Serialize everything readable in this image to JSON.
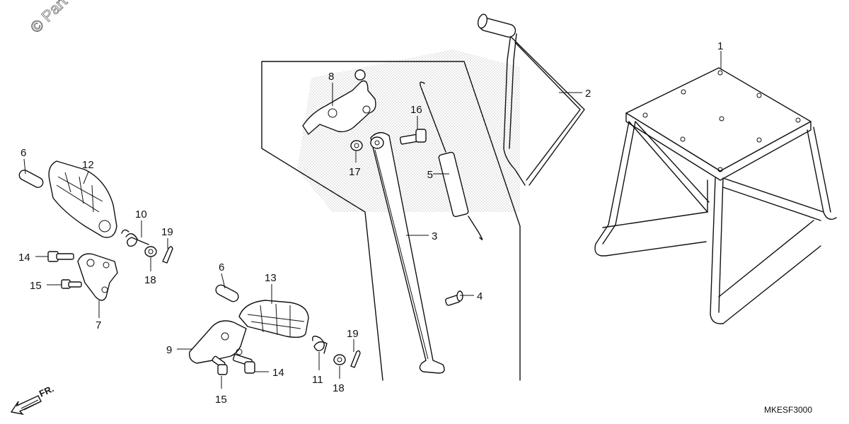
{
  "diagram": {
    "code": "MKESF3000",
    "watermark": "© Part",
    "front_marker": "FR.",
    "callouts": {
      "c1": "1",
      "c2": "2",
      "c3": "3",
      "c4": "4",
      "c5": "5",
      "c6a": "6",
      "c6b": "6",
      "c7": "7",
      "c8": "8",
      "c9": "9",
      "c10": "10",
      "c11": "11",
      "c12": "12",
      "c13": "13",
      "c14a": "14",
      "c14b": "14",
      "c15a": "15",
      "c15b": "15",
      "c16": "16",
      "c17": "17",
      "c18a": "18",
      "c18b": "18",
      "c19a": "19",
      "c19b": "19"
    }
  }
}
